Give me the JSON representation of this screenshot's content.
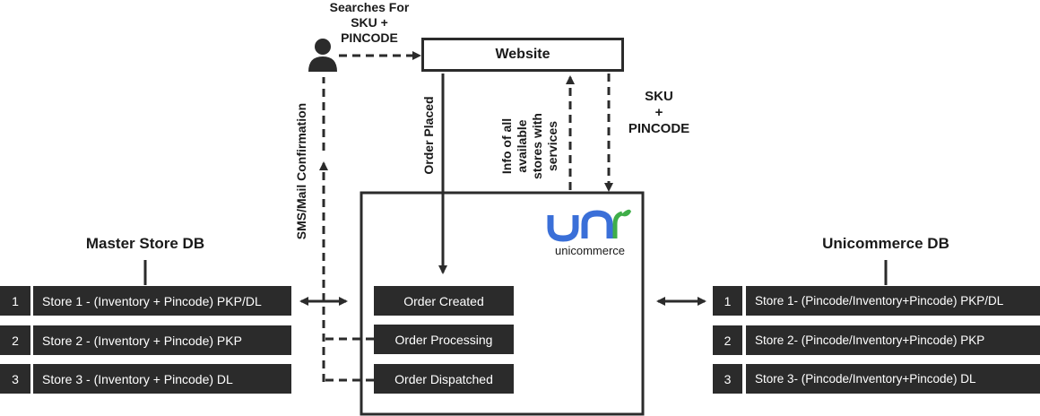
{
  "user": {
    "search_label_lines": [
      "Searches For",
      "SKU +",
      "PINCODE"
    ]
  },
  "website": {
    "label": "Website"
  },
  "flows": {
    "order_placed": "Order Placed",
    "store_info_lines": [
      "Info of all",
      "available",
      "stores with",
      "services"
    ],
    "sku_pincode_lines": [
      "SKU",
      "+",
      "PINCODE"
    ],
    "sms_confirmation": "SMS/Mail Confirmation"
  },
  "unicommerce": {
    "logo_text": "unicommerce",
    "logo_color": "#3a6fd8",
    "leaf_color": "#3fae49"
  },
  "order_stages": [
    "Order Created",
    "Order Processing",
    "Order Dispatched"
  ],
  "master_db": {
    "title": "Master Store DB",
    "rows": [
      {
        "num": "1",
        "label": "Store 1 - (Inventory + Pincode) PKP/DL"
      },
      {
        "num": "2",
        "label": "Store 2 - (Inventory + Pincode) PKP"
      },
      {
        "num": "3",
        "label": "Store 3 - (Inventory + Pincode) DL"
      }
    ]
  },
  "unicommerce_db": {
    "title": "Unicommerce DB",
    "rows": [
      {
        "num": "1",
        "label": "Store 1- (Pincode/Inventory+Pincode) PKP/DL"
      },
      {
        "num": "2",
        "label": "Store 2- (Pincode/Inventory+Pincode) PKP"
      },
      {
        "num": "3",
        "label": "Store 3- (Pincode/Inventory+Pincode) DL"
      }
    ]
  }
}
